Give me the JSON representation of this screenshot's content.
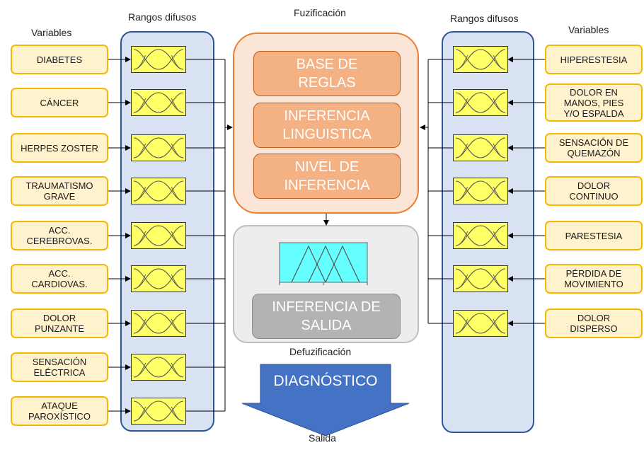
{
  "headers": {
    "variables_left": "Variables",
    "ranges_left": "Rangos difusos",
    "fuzzification": "Fuzificación",
    "ranges_right": "Rangos difusos",
    "variables_right": "Variables",
    "defuzzification": "Defuzificación",
    "output": "Salida"
  },
  "left_variables": [
    "DIABETES",
    "CÁNCER",
    "HERPES ZOSTER",
    "TRAUMATISMO\nGRAVE",
    "ACC.\nCEREBROVAS.",
    "ACC.\nCARDIOVAS.",
    "DOLOR\nPUNZANTE",
    "SENSACIÓN\nELÉCTRICA",
    "ATAQUE\nPAROXÍSTICO"
  ],
  "right_variables": [
    "HIPERESTESIA",
    "DOLOR EN\nMANOS, PIES\nY/O ESPALDA",
    "SENSACIÓN DE\nQUEMAZÓN",
    "DOLOR\nCONTINUO",
    "PARESTESIA",
    "PÉRDIDA DE\nMOVIMIENTO",
    "DOLOR\nDISPERSO"
  ],
  "fuzzy_blocks": {
    "rules": "BASE DE\nREGLAS",
    "linguistic": "INFERENCIA\nLINGUISTICA",
    "level": "NIVEL DE\nINFERENCIA"
  },
  "output_block": "INFERENCIA DE\nSALIDA",
  "diagnosis": "DIAGNÓSTICO",
  "colors": {
    "variable_fill": "#fff2cc",
    "variable_border": "#f5b800",
    "range_column": "#d9e2f3",
    "range_border": "#2f5597",
    "membership_fill": "#ffff66",
    "fuzzification_panel": "#fbe5d6",
    "fuzzification_border": "#ed7d31",
    "fuzzy_block": "#f4b183",
    "defuzzification_panel": "#ededed",
    "output_block": "#b3b3b3",
    "output_graph": "#66ffff",
    "diagnosis_arrow": "#4472c4"
  }
}
